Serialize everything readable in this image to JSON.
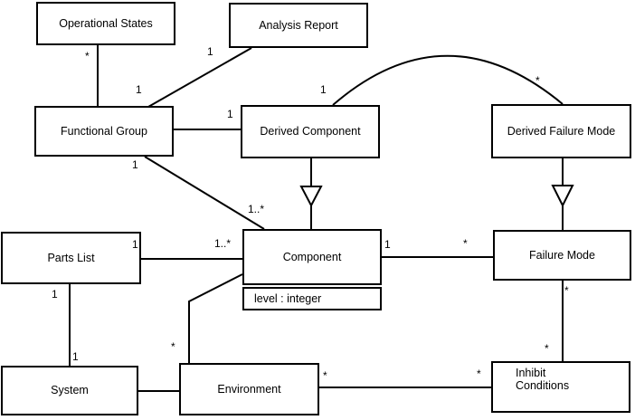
{
  "diagram_type": "uml-class-diagram",
  "colors": {
    "background": "#ffffff",
    "line": "#000000",
    "text": "#000000"
  },
  "classes": {
    "operational_states": {
      "name": "Operational States"
    },
    "analysis_report": {
      "name": "Analysis Report"
    },
    "functional_group": {
      "name": "Functional Group"
    },
    "derived_component": {
      "name": "Derived Component"
    },
    "derived_failure_mode": {
      "name": "Derived Failure Mode"
    },
    "parts_list": {
      "name": "Parts List"
    },
    "component": {
      "name": "Component",
      "attribute": "level : integer"
    },
    "failure_mode": {
      "name": "Failure Mode"
    },
    "system": {
      "name": "System"
    },
    "environment": {
      "name": "Environment"
    },
    "inhibit_conditions": {
      "name": "Inhibit Conditions",
      "lines": [
        "Inhibit",
        "Conditions"
      ]
    }
  },
  "multiplicities": {
    "operational_states_end": "*",
    "functional_group_os_end": "1",
    "analysis_report_end": "1",
    "derived_component_end": "1",
    "arc_derived_component_end": "1",
    "arc_derived_failure_mode_end": "*",
    "group_to_component_group_end": "1",
    "group_to_component_comp_end": "1..*",
    "parts_to_component_parts_end": "1",
    "parts_to_component_comp_end": "1..*",
    "parts_to_system_parts_end": "1",
    "parts_to_system_system_end": "1",
    "component_to_environment_env_end": "*",
    "component_to_failure_comp_end": "1",
    "component_to_failure_fm_end": "*",
    "failure_to_inhibit_fm_end": "*",
    "failure_to_inhibit_ic_end": "*",
    "environment_to_inhibit_env_end": "*",
    "environment_to_inhibit_ic_end": "*"
  }
}
